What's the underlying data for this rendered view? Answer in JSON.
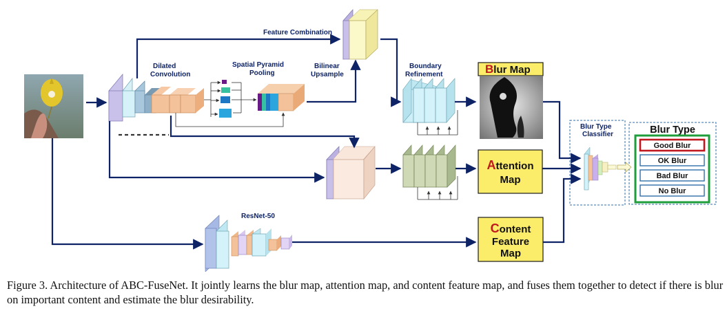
{
  "labels": {
    "feature_combination": "Feature Combination",
    "dilated_convolution": [
      "Dilated",
      "Convolution"
    ],
    "spatial_pyramid_pooling": [
      "Spatial Pyramid",
      "Pooling"
    ],
    "bilinear_upsample": [
      "Bilinear",
      "Upsample"
    ],
    "boundary_refinement": [
      "Boundary",
      "Refinement"
    ],
    "resnet": "ResNet-50",
    "blur_type_classifier": [
      "Blur Type",
      "Classifier"
    ]
  },
  "outputs": {
    "blur_map": {
      "initial": "B",
      "rest": "lur Map"
    },
    "attention_map": {
      "line1_initial": "A",
      "line1_rest": "ttention",
      "line2": "Map"
    },
    "content_feature_map": {
      "line1_initial": "C",
      "line1_rest": "ontent",
      "line2": "Feature",
      "line3": "Map"
    }
  },
  "blur_type": {
    "title": "Blur Type",
    "options": [
      "Good Blur",
      "OK Blur",
      "Bad Blur",
      "No Blur"
    ],
    "selected_index": 0
  },
  "caption": "Figure 3. Architecture of ABC-FuseNet. It jointly learns the blur map, attention map, and content feature map, and fuses them together to detect if there is blur on important content and estimate the blur desirability.",
  "colors": {
    "arrow": "#0d2366",
    "highlight_letter": "#c0181e",
    "output_box": "#fbec6a",
    "selected_border": "#c0181e",
    "blur_type_border": "#1e9e3a"
  }
}
